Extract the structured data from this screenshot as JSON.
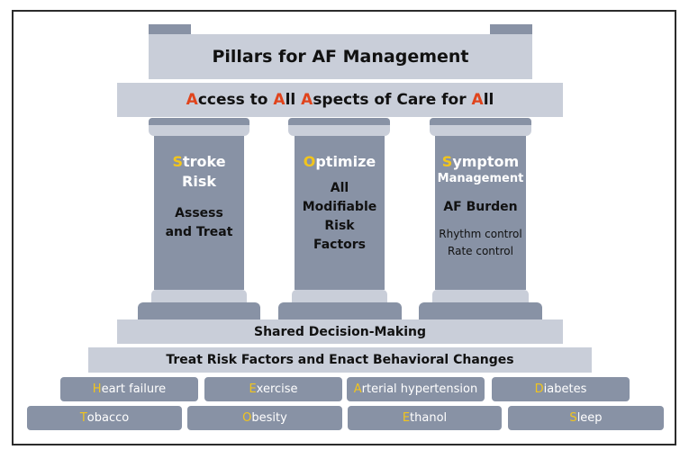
{
  "title": "Pillars for AF Management",
  "access": [
    {
      "first": "A",
      "rest": "ccess to "
    },
    {
      "first": "A",
      "rest": "ll "
    },
    {
      "first": "A",
      "rest": "spects of Care for "
    },
    {
      "first": "A",
      "rest": "ll"
    }
  ],
  "pillars": [
    {
      "first": "S",
      "rest": "troke",
      "line2": "Risk",
      "body": [
        "Assess",
        "and Treat"
      ]
    },
    {
      "first": "O",
      "rest": "ptimize",
      "line2": "",
      "body": [
        "All",
        "Modifiable",
        "Risk",
        "Factors"
      ]
    },
    {
      "first": "S",
      "rest": "ymptom",
      "line2": "Management",
      "body": [
        "AF Burden"
      ],
      "small": [
        "Rhythm control",
        "Rate control"
      ]
    }
  ],
  "shared": "Shared Decision-Making",
  "treat": "Treat Risk Factors and Enact Behavioral Changes",
  "row1": [
    {
      "first": "H",
      "rest": "eart failure"
    },
    {
      "first": "E",
      "rest": "xercise"
    },
    {
      "first": "A",
      "rest": "rterial hypertension"
    },
    {
      "first": "D",
      "rest": "iabetes"
    }
  ],
  "row2": [
    {
      "first": "T",
      "rest": "obacco"
    },
    {
      "first": "O",
      "rest": "besity"
    },
    {
      "first": "E",
      "rest": "thanol"
    },
    {
      "first": "S",
      "rest": "leep"
    }
  ]
}
